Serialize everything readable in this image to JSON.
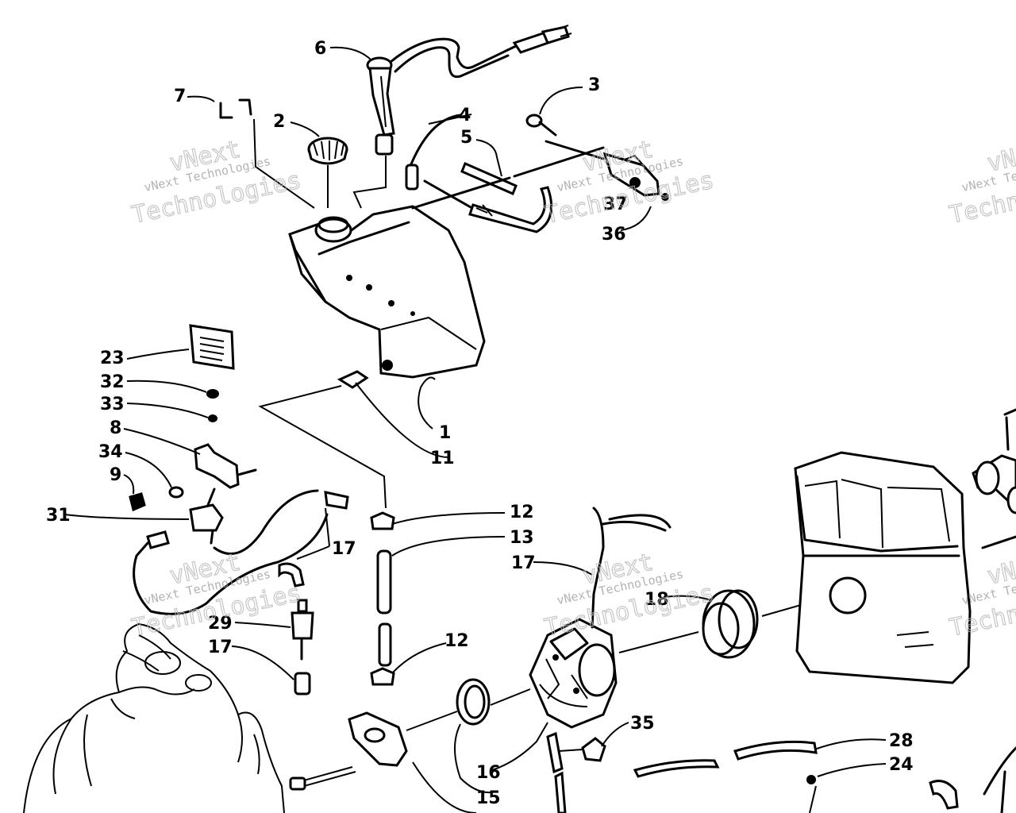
{
  "callouts": {
    "n1": "1",
    "n2": "2",
    "n3": "3",
    "n4": "4",
    "n5": "5",
    "n6": "6",
    "n7": "7",
    "n8": "8",
    "n9": "9",
    "n11": "11",
    "n12a": "12",
    "n12b": "12",
    "n13": "13",
    "n15": "15",
    "n16": "16",
    "n17a": "17",
    "n17b": "17",
    "n17c": "17",
    "n18": "18",
    "n23": "23",
    "n24": "24",
    "n28": "28",
    "n29": "29",
    "n31": "31",
    "n32": "32",
    "n33": "33",
    "n34": "34",
    "n35": "35",
    "n36": "36",
    "n37": "37"
  },
  "watermark": {
    "line1": "vNext Technologies",
    "line2": "Technologies",
    "line3": "vNext"
  },
  "colors": {
    "ink": "#000000",
    "paper": "#ffffff",
    "watermark": "#9a9a9a"
  }
}
